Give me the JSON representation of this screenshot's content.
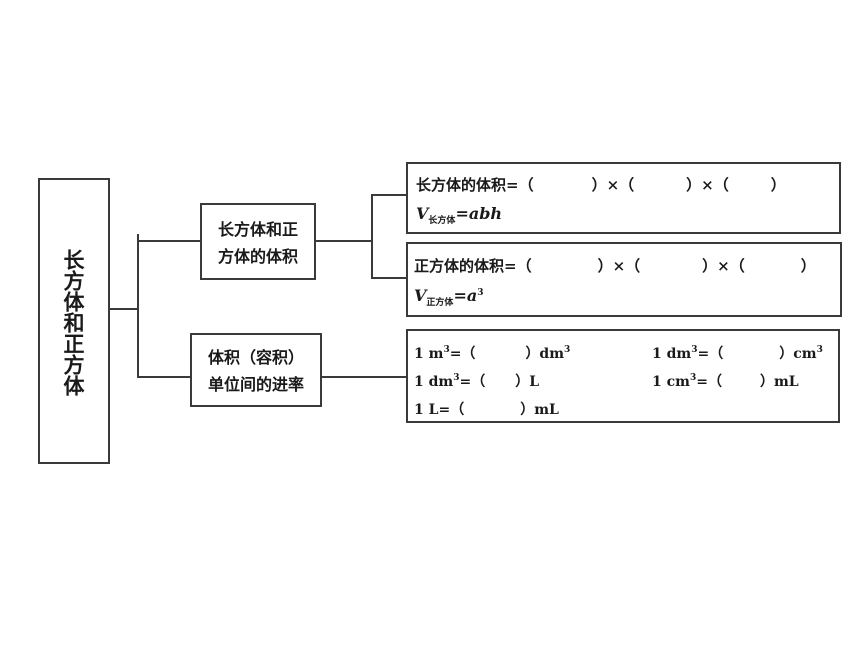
{
  "root": {
    "title": "长方体和正方体"
  },
  "branches": [
    {
      "label_line1": "长方体和正",
      "label_line2": "方体的体积"
    },
    {
      "label_line1": "体积（容积）",
      "label_line2": "单位间的进率"
    }
  ],
  "cuboid": {
    "formula_text": "长方体的体积=（",
    "times": "）×（",
    "close": "）",
    "symbol": "V",
    "subscript": "长方体",
    "equals": "=abh"
  },
  "cube": {
    "formula_text": "正方体的体积=（",
    "times": "）×（",
    "close": "）",
    "symbol": "V",
    "subscript": "正方体",
    "equals": "=a",
    "exponent": "3"
  },
  "conversions": [
    {
      "left": "1 m",
      "exp": "3",
      "mid": "=（",
      "right": "）dm",
      "right_exp": "3"
    },
    {
      "left": "1 dm",
      "exp": "3",
      "mid": "=（",
      "right": "）cm",
      "right_exp": "3"
    },
    {
      "left": "1 dm",
      "exp": "3",
      "mid": "=（",
      "right": "）L",
      "right_exp": ""
    },
    {
      "left": "1 cm",
      "exp": "3",
      "mid": "=（",
      "right": "）mL",
      "right_exp": ""
    },
    {
      "left": "1 L",
      "exp": "",
      "mid": "=（",
      "right": "）mL",
      "right_exp": ""
    }
  ]
}
